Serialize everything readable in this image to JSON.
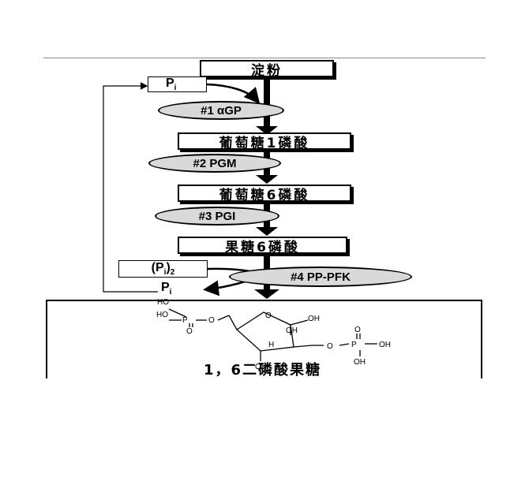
{
  "nodes": {
    "starch": "淀粉",
    "g1p": "葡萄糖1磷酸",
    "g6p": "葡萄糖6磷酸",
    "f6p": "果糖6磷酸",
    "product": "1，6二磷酸果糖"
  },
  "enzymes": [
    {
      "label": "#1 αGP"
    },
    {
      "label": "#2 PGM"
    },
    {
      "label": "#3 PGI"
    },
    {
      "label": "#4 PP-PFK"
    }
  ],
  "phosphates": {
    "pi_symbol": "P",
    "pi_sub": "i",
    "ppi_paren_open": "(P",
    "ppi_sub": "i",
    "ppi_paren_close": ")",
    "ppi_count": "2"
  },
  "molecule_labels": {
    "ho": "HO",
    "p": "P",
    "o": "O",
    "oh": "OH",
    "h": "H"
  }
}
